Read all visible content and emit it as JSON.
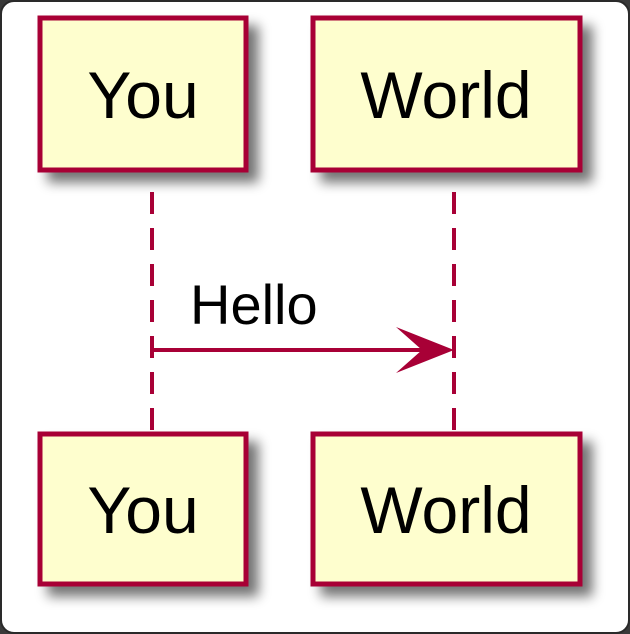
{
  "participants": [
    {
      "id": "you",
      "label": "You"
    },
    {
      "id": "world",
      "label": "World"
    }
  ],
  "messages": [
    {
      "from": "you",
      "to": "world",
      "label": "Hello"
    }
  ],
  "colors": {
    "box_fill": "#FEFECE",
    "border": "#A80036",
    "shadow": "#9a9a9a"
  }
}
